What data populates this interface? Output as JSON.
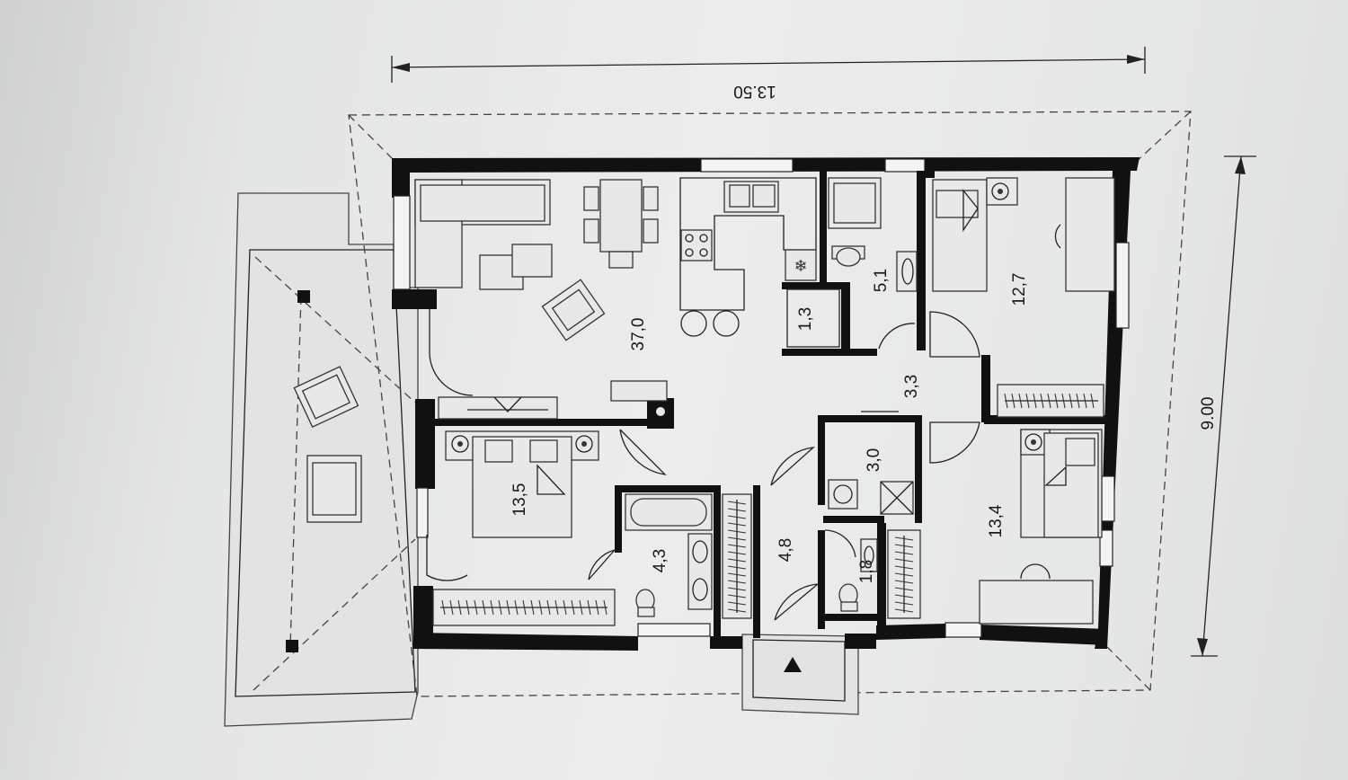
{
  "dimensions": {
    "width_label": "13.50",
    "depth_label": "9.00"
  },
  "rooms": {
    "living_kitchen": "37,0",
    "pantry": "1,3",
    "bathroom_upper": "5,1",
    "bedroom_right_upper": "12,7",
    "hall": "3,3",
    "bedroom_left": "13,5",
    "utility": "3,0",
    "bedroom_right_lower": "13,4",
    "bathroom_lower": "4,3",
    "entrance": "4,8",
    "wc": "1,8"
  },
  "colors": {
    "wall": "#111111",
    "paper": "#ececec",
    "line": "#222222"
  },
  "icons": {
    "entrance_marker": "triangle-up-icon",
    "terrace_post": "square-post-icon"
  }
}
